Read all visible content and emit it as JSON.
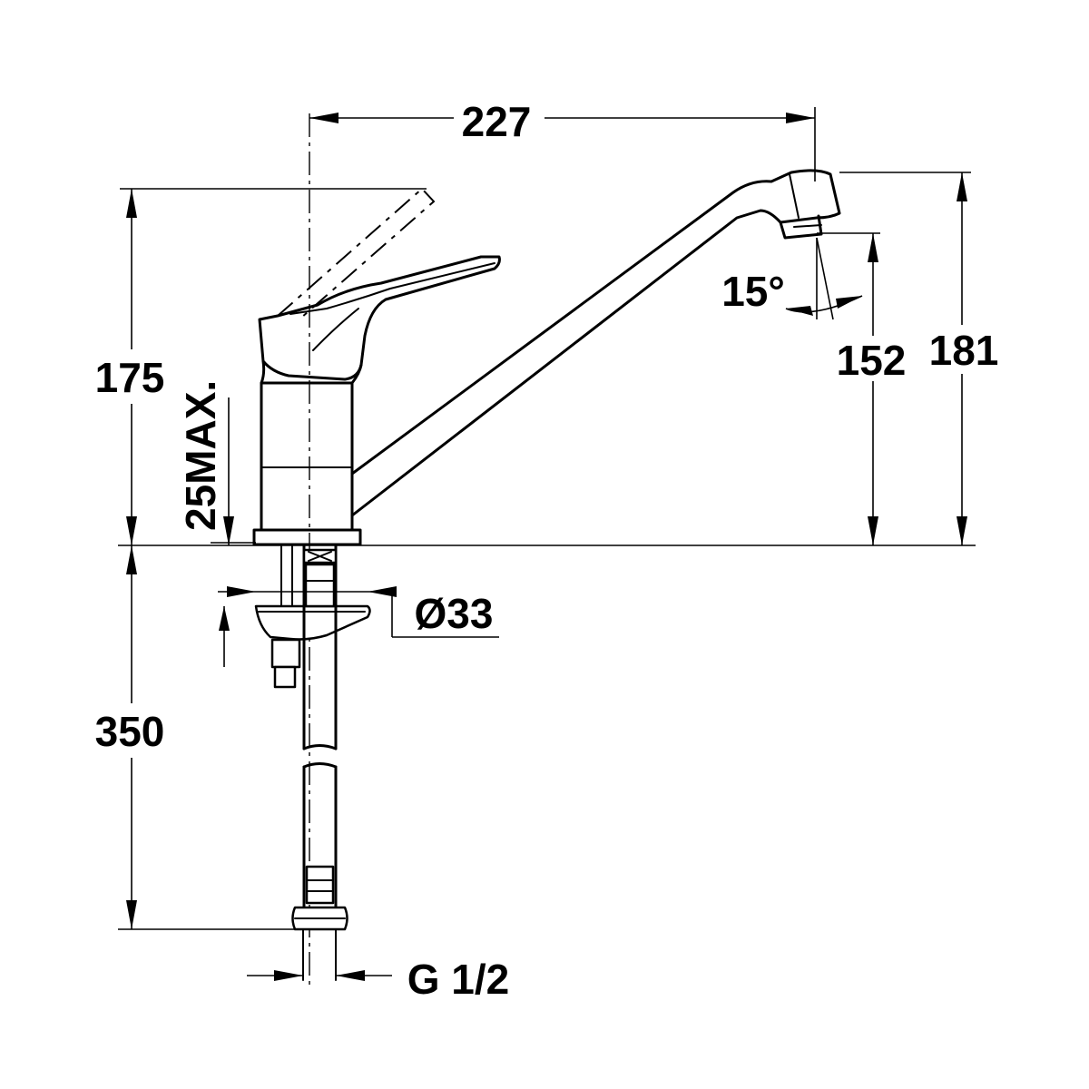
{
  "dimensions": {
    "width_top": "227",
    "height_handle": "175",
    "height_spout": "152",
    "height_total": "181",
    "angle": "15°",
    "deck_max": "25MAX.",
    "hole_diameter": "Ø33",
    "hose_length": "350",
    "connection": "G 1/2"
  }
}
